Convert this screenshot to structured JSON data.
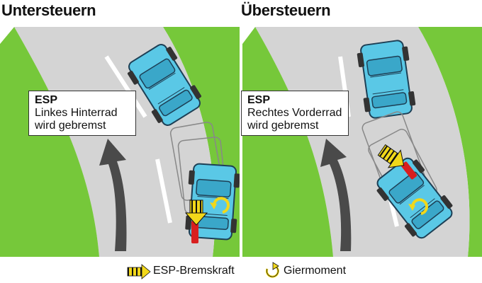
{
  "panels": [
    {
      "title": "Untersteuern",
      "box": {
        "heading": "ESP",
        "line1": "Linkes Hinterrad",
        "line2": "wird gebremst"
      }
    },
    {
      "title": "Übersteuern",
      "box": {
        "heading": "ESP",
        "line1": "Rechtes Vorderrad",
        "line2": "wird gebremst"
      }
    }
  ],
  "legend": {
    "brake_label": "ESP-Bremskraft",
    "yaw_label": "Giermoment",
    "brake_icon": "striped-arrow-icon",
    "yaw_icon": "curved-arrow-icon"
  },
  "colors": {
    "grass": "#76c83a",
    "road": "#d4d4d4",
    "car": "#5ac8e6",
    "brake_force": "#f2d81a",
    "braked_wheel": "#d81f1f",
    "direction_arrow": "#4a4a4a"
  }
}
